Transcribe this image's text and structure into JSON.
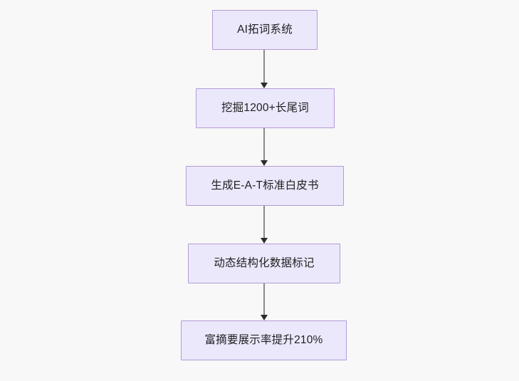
{
  "diagram": {
    "type": "flowchart",
    "direction": "top-to-bottom",
    "background_color": "#f8f8f8",
    "node_fill_color": "#ebe8fc",
    "node_border_color": "#b49ad6",
    "node_text_color": "#1f1f1f",
    "edge_color": "#8a8a8a",
    "arrowhead_color": "#2b2b2b",
    "nodes": [
      {
        "id": "node-1",
        "label": "AI拓词系统"
      },
      {
        "id": "node-2",
        "label": "挖掘1200+长尾词"
      },
      {
        "id": "node-3",
        "label": "生成E-A-T标准白皮书"
      },
      {
        "id": "node-4",
        "label": "动态结构化数据标记"
      },
      {
        "id": "node-5",
        "label": "富摘要展示率提升210%"
      }
    ],
    "edges": [
      {
        "from": "node-1",
        "to": "node-2"
      },
      {
        "from": "node-2",
        "to": "node-3"
      },
      {
        "from": "node-3",
        "to": "node-4"
      },
      {
        "from": "node-4",
        "to": "node-5"
      }
    ]
  }
}
